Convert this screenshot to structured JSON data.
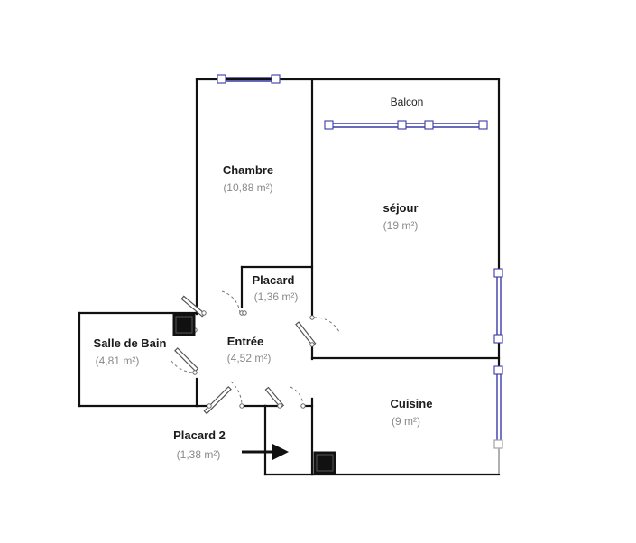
{
  "rooms": {
    "balcon": {
      "name": "Balcon"
    },
    "chambre": {
      "name": "Chambre",
      "area": "(10,88 m²)"
    },
    "sejour": {
      "name": "séjour",
      "area": "(19 m²)"
    },
    "placard": {
      "name": "Placard",
      "area": "(1,36 m²)"
    },
    "salle_de_bain": {
      "name": "Salle de Bain",
      "area": "(4,81 m²)"
    },
    "entree": {
      "name": "Entrée",
      "area": "(4,52 m²)"
    },
    "cuisine": {
      "name": "Cuisine",
      "area": "(9 m²)"
    },
    "placard2": {
      "name": "Placard 2",
      "area": "(1,38 m²)"
    }
  },
  "colors": {
    "wall": "#111111",
    "window": "#3a3aa8",
    "area_text": "#8a8a8a"
  },
  "icons": [
    "entrance-arrow-icon",
    "ventilation-duct-icon",
    "window-icon",
    "door-icon"
  ]
}
